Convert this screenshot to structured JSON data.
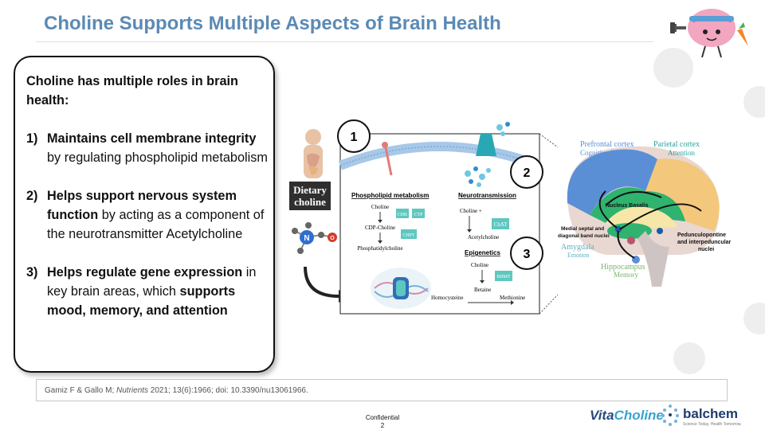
{
  "title": "Choline Supports Multiple Aspects of Brain Health",
  "left_box": {
    "intro": "Choline has multiple roles in brain health:",
    "items": [
      {
        "num": "1)",
        "bold1": "Maintains cell membrane integrity",
        "text1": " by regulating phospholipid metabolism",
        "bold2": "",
        "text2": ""
      },
      {
        "num": "2)",
        "bold1": "Helps support nervous system function",
        "text1": " by acting as a component of the neurotransmitter Acetylcholine",
        "bold2": "",
        "text2": ""
      },
      {
        "num": "3)",
        "bold1": "Helps regulate gene expression",
        "text1": " in key brain areas, which ",
        "bold2": "supports mood, memory, and attention",
        "text2": ""
      }
    ]
  },
  "diagram": {
    "dietary_choline": [
      "Dietary",
      "choline"
    ],
    "circle_labels": [
      "1",
      "2",
      "3"
    ],
    "n_atom": "N",
    "o_atom": "O",
    "phospholipid": {
      "heading": "Phospholipid metabolism",
      "choline": "Choline",
      "cdp_choline": "CDP-Choline",
      "phosphatidylcholine": "Phosphatidylcholine",
      "enzymes": [
        "CHK",
        "CTP",
        "CHPT"
      ]
    },
    "neurotransmission": {
      "heading": "Neurotransmission",
      "choline": "Choline +",
      "enzyme": "ChAT",
      "product": "Acetylcholine"
    },
    "epigenetics": {
      "heading": "Epigenetics",
      "choline": "Choline",
      "enzyme": "BHMT",
      "betaine": "Betaine",
      "homocysteine": "Homocysteine",
      "methionine": "Methionine"
    }
  },
  "brain": {
    "prefrontal": [
      "Prefrontal cortex",
      "Cognitive flexibility"
    ],
    "parietal": [
      "Parietal cortex",
      "Attention"
    ],
    "nucleus_basalis": "Nucleus Basalis",
    "medial_septal": [
      "Medial septal and",
      "diagonal band nuclei"
    ],
    "amygdala": [
      "Amygdala",
      "Emotion"
    ],
    "pedunculo": [
      "Pedunculopontine",
      "and interpeduncular",
      "nuclei"
    ],
    "hippocampus": [
      "Hippocampus",
      "Memory"
    ]
  },
  "citation": {
    "authors": "Gamiz F & Gallo M; ",
    "journal": "Nutrients",
    "details": " 2021; 13(6):1966;  doi: 10.3390/nu13061966."
  },
  "footer": {
    "confidential": "Confidential",
    "page": "2",
    "vita_part1": "Vita",
    "vita_part2": "Choline",
    "balchem": "balchem",
    "balchem_tag": "Science Today. Health Tomorrow."
  },
  "colors": {
    "title": "#5b8ab5",
    "prefrontal": "#5a8fd6",
    "parietal": "#f3c77c",
    "nucleus_basalis": "#1b5aa6",
    "green": "#1e9e5b",
    "hippocampus": "#7ab36a",
    "enzyme_teal": "#5ec7c0"
  }
}
